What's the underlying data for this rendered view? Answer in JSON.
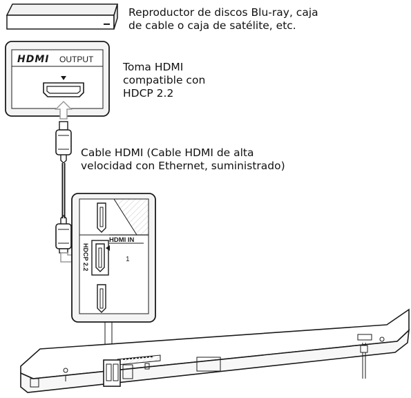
{
  "labels": {
    "source_device": {
      "line1": "Reproductor de discos Blu-ray, caja",
      "line2": "de cable o caja de satélite, etc."
    },
    "hdmi_jack": {
      "line1": "Toma HDMI",
      "line2": "compatible con",
      "line3": "HDCP 2.2"
    },
    "hdmi_cable": {
      "line1": "Cable HDMI (Cable HDMI de alta",
      "line2": "velocidad con Ethernet, suministrado)"
    }
  },
  "panel_source": {
    "logo": "HDMI",
    "output_text": "OUTPUT"
  },
  "panel_soundbar": {
    "hdmi_in_text": "HDMI IN",
    "hdcp_text": "HDCP 2.2",
    "port_number": "1"
  },
  "colors": {
    "line": "#1a1a1a",
    "panel_fill": "#f4f4f4",
    "panel_inner": "#ffffff",
    "cable_gray": "#c8c8c8",
    "arrow_gray": "#9a9a9a",
    "hatch": "#cfcfcf"
  }
}
